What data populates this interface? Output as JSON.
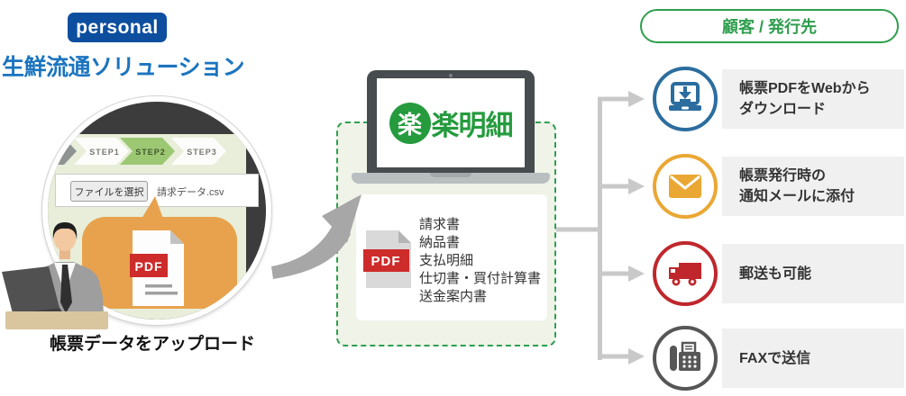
{
  "brand": {
    "logo": "personal",
    "title": "生鮮流通ソリューション"
  },
  "upload": {
    "steps": [
      {
        "label": "STEP1"
      },
      {
        "label": "STEP2"
      },
      {
        "label": "STEP3"
      }
    ],
    "active_step": "STEP2",
    "file_select_button": "ファイルを選択",
    "file_name": "請求データ.csv",
    "pdf_badge": "PDF",
    "caption": "帳票データをアップロード"
  },
  "system": {
    "logo_mark": "楽",
    "logo_text": "楽明細",
    "pdf_badge": "PDF",
    "documents": [
      "請求書",
      "納品書",
      "支払明細",
      "仕切書・買付計算書",
      "送金案内書"
    ]
  },
  "recipients": {
    "header": "顧客 / 発行先",
    "items": [
      {
        "icon": "laptop-download-icon",
        "accent": "#2c6d9f",
        "line1": "帳票PDFをWebから",
        "line2": "ダウンロード"
      },
      {
        "icon": "mail-icon",
        "accent": "#eaa733",
        "line1": "帳票発行時の",
        "line2": "通知メールに添付"
      },
      {
        "icon": "truck-icon",
        "accent": "#bf272c",
        "line1": "郵送も可能",
        "line2": ""
      },
      {
        "icon": "fax-icon",
        "accent": "#565656",
        "line1": "FAXで送信",
        "line2": ""
      }
    ]
  },
  "colors": {
    "brand_blue": "#0d4f9e",
    "title_blue": "#1b74bf",
    "green": "#2f9e50",
    "logo_green": "#259b3e",
    "bubble_orange": "#e8a24d",
    "pdf_red": "#ce2b2b",
    "arrow_gray": "#c9c9c9"
  }
}
